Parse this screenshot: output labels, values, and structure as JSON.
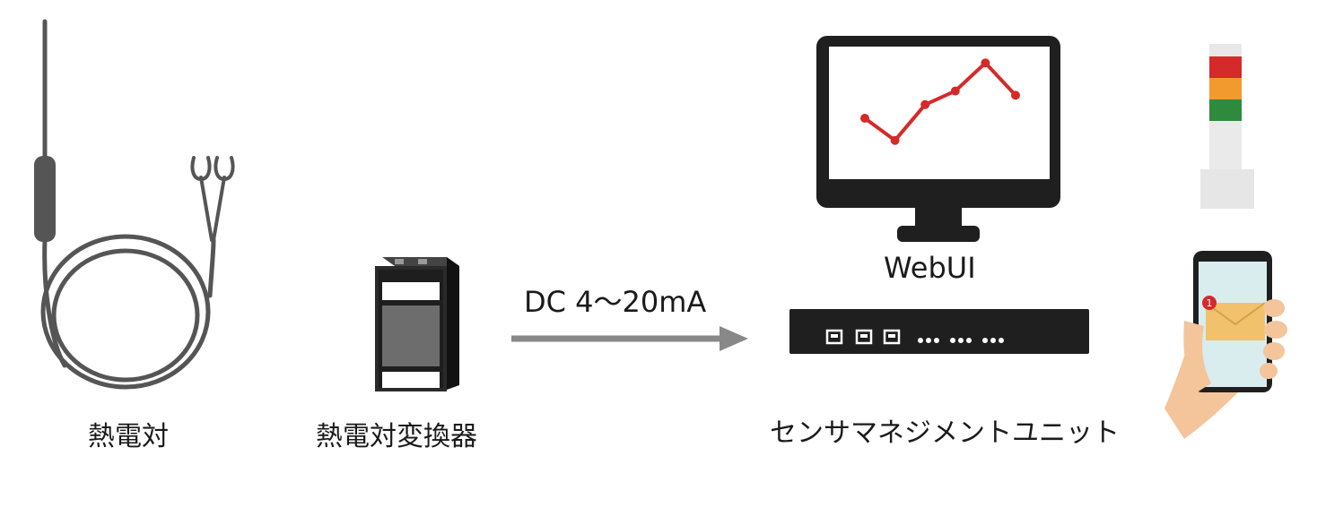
{
  "labels": {
    "thermocouple": "熱電対",
    "converter": "熱電対変換器",
    "signal": "DC 4～20mA",
    "webui": "WebUI",
    "sensor_unit": "センサマネジメントユニット"
  },
  "monitor_chart": {
    "type": "line",
    "values": [
      40,
      14,
      56,
      72,
      105,
      67
    ],
    "color": "#d42a2a"
  },
  "stack_light": {
    "colors": [
      "#d42a2a",
      "#f29a2e",
      "#2e8b3e"
    ]
  },
  "phone": {
    "badge_count": "1"
  },
  "colors": {
    "device": "#1f1f1f",
    "cable": "#555555",
    "arrow": "#888888"
  }
}
